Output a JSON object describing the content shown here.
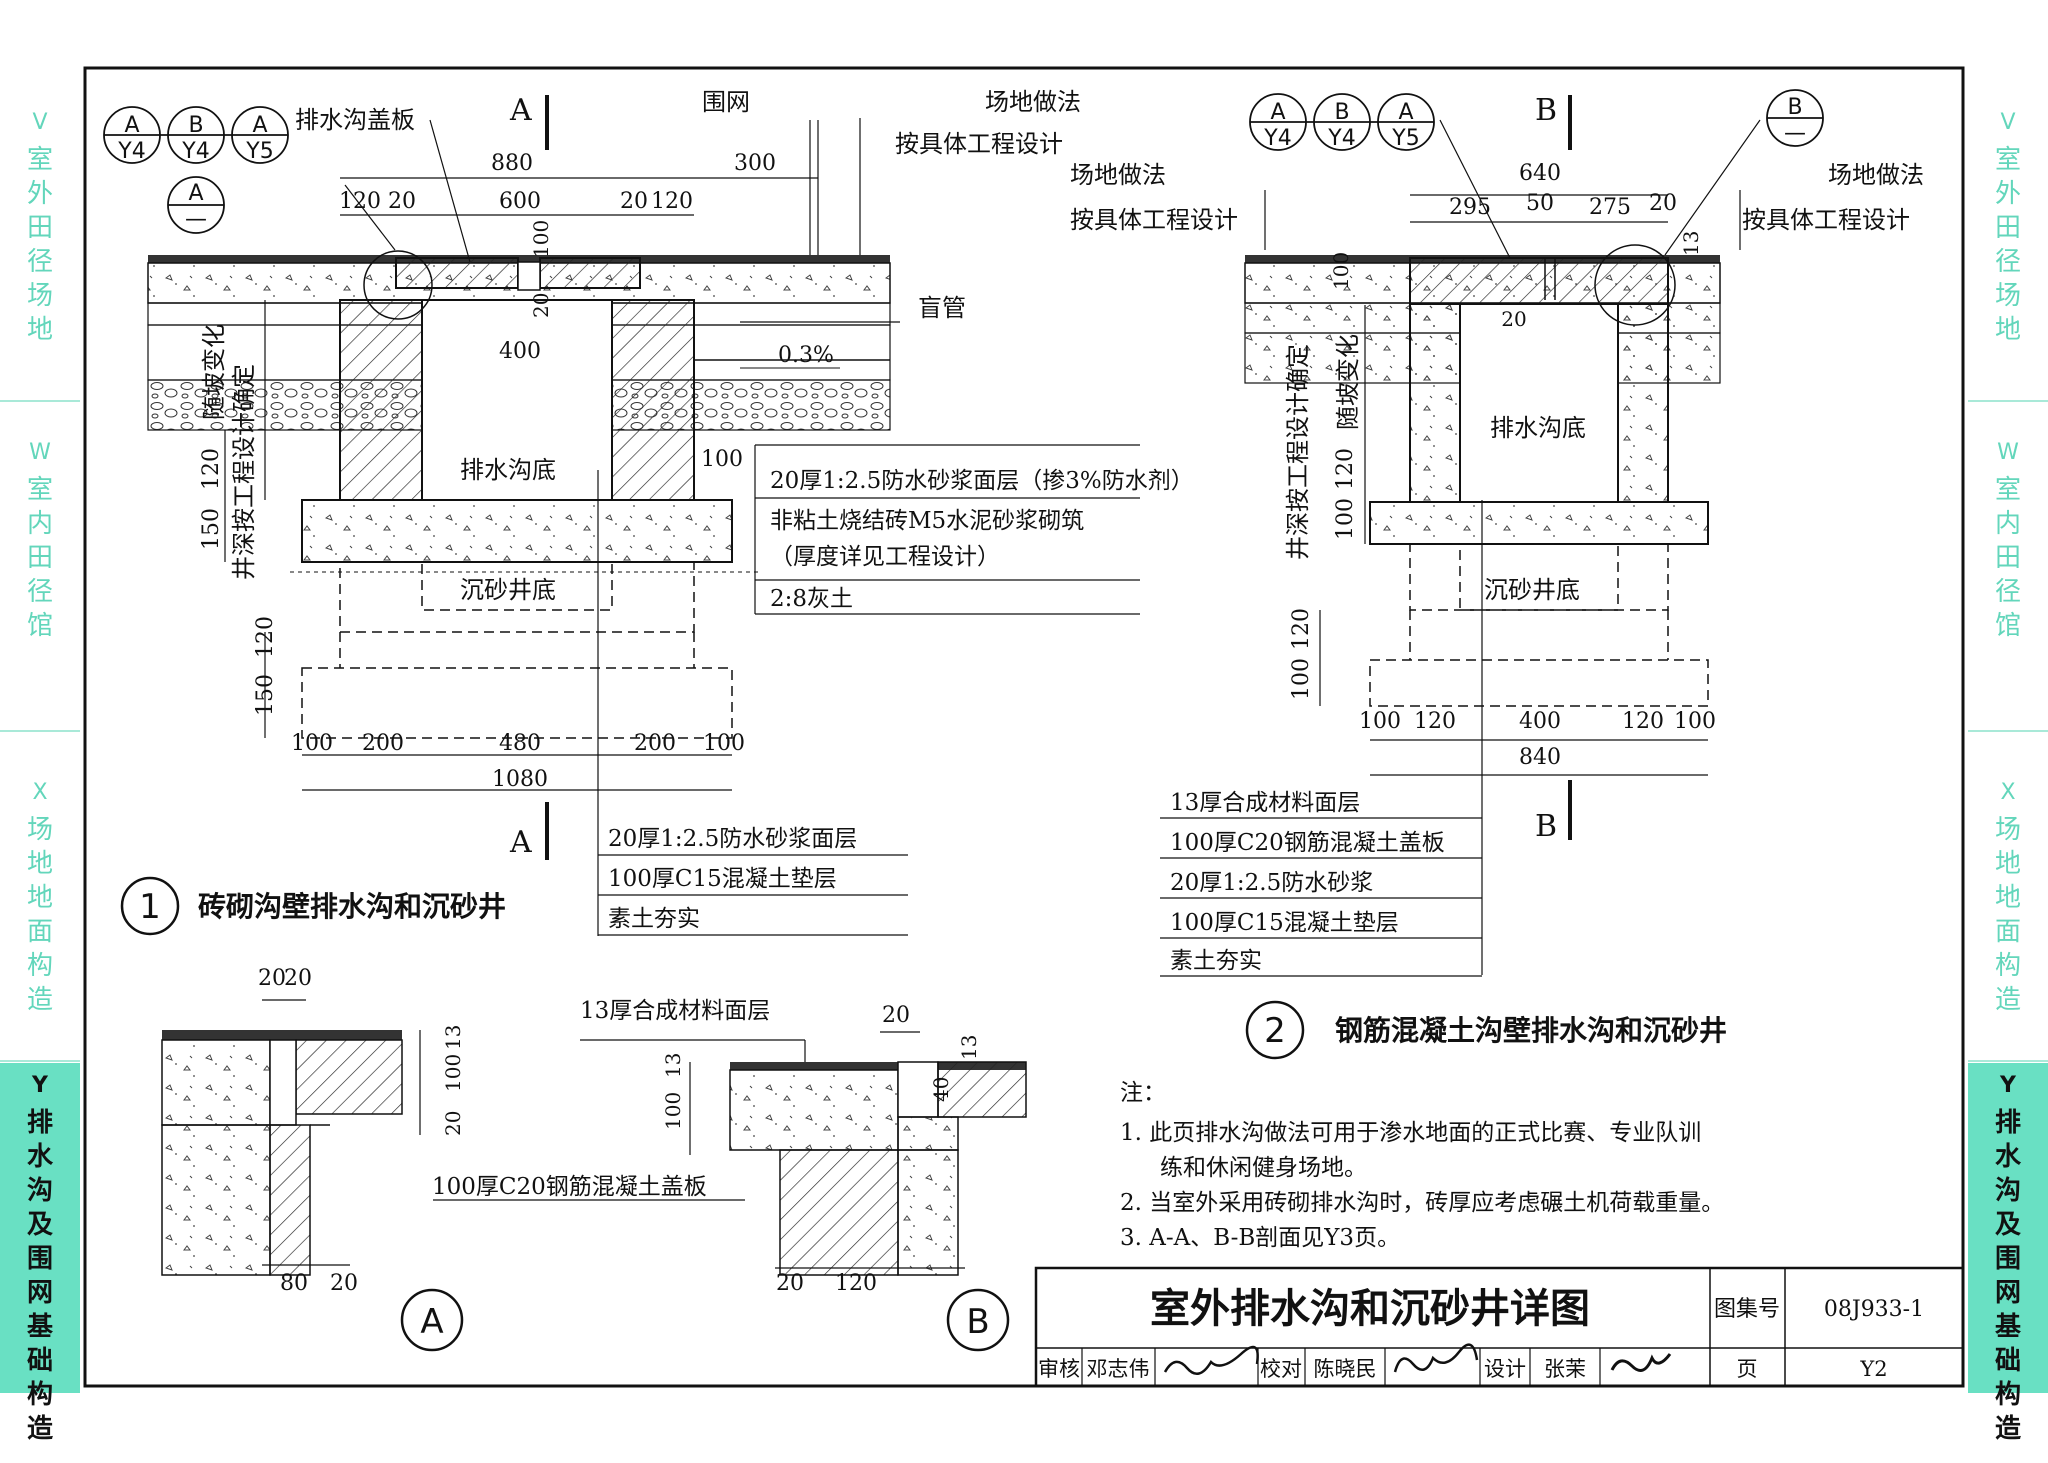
{
  "side_tabs": {
    "left": [
      {
        "code": "V",
        "label": "室外田径场地",
        "state": "faded"
      },
      {
        "code": "W",
        "label": "室内田径馆",
        "state": "faded"
      },
      {
        "code": "X",
        "label": "场地地面构造",
        "state": "faded"
      },
      {
        "code": "Y",
        "label": "排水沟及围网基础构造",
        "state": "active"
      }
    ],
    "right": [
      {
        "code": "V",
        "label": "室外田径场地",
        "state": "faded"
      },
      {
        "code": "W",
        "label": "室内田径馆",
        "state": "faded"
      },
      {
        "code": "X",
        "label": "场地地面构造",
        "state": "faded"
      },
      {
        "code": "Y",
        "label": "排水沟及围网基础构造",
        "state": "active"
      }
    ]
  },
  "colors": {
    "tab_active": "#69e0c3",
    "tab_faded_text": "#63d6bb",
    "ink": "#111111"
  },
  "detail1": {
    "refs": [
      {
        "top": "A",
        "bottom": "Y4"
      },
      {
        "top": "B",
        "bottom": "Y4"
      },
      {
        "top": "A",
        "bottom": "Y5"
      }
    ],
    "detail_mark": {
      "top": "A",
      "bottom": "—"
    },
    "section_mark": "A",
    "labels": {
      "cover": "排水沟盖板",
      "fence": "围网",
      "site1": "场地做法",
      "site2": "按具体工程设计",
      "pipe": "盲管",
      "slope": "0.3%",
      "trench_bottom": "排水沟底",
      "well_bottom": "沉砂井底",
      "vert1": "随坡变化",
      "vert2": "井深按工程设计确定"
    },
    "dims": {
      "top_total": "880",
      "fence_dist": "300",
      "top_parts": [
        "120",
        "20",
        "600",
        "20",
        "120"
      ],
      "d100": "100",
      "d20": "20",
      "inner": "400",
      "d100b": "100",
      "left_v": [
        "150",
        "120"
      ],
      "left_v2": [
        "150",
        "120"
      ],
      "bottom_parts": [
        "100",
        "200",
        "480",
        "200",
        "100"
      ],
      "bottom_total": "1080"
    },
    "callout_upper": [
      "20厚1:2.5防水砂浆面层（掺3%防水剂）",
      "非粘土烧结砖M5水泥砂浆砌筑",
      "（厚度详见工程设计）",
      "2:8灰土"
    ],
    "callout_lower": [
      "20厚1:2.5防水砂浆面层",
      "100厚C15混凝土垫层",
      "素土夯实"
    ],
    "title_num": "1",
    "title": "砖砌沟壁排水沟和沉砂井"
  },
  "detail2": {
    "refs": [
      {
        "top": "A",
        "bottom": "Y4"
      },
      {
        "top": "B",
        "bottom": "Y4"
      },
      {
        "top": "A",
        "bottom": "Y5"
      }
    ],
    "detail_mark": {
      "top": "B",
      "bottom": "—"
    },
    "section_mark": "B",
    "labels": {
      "site_left1": "场地做法",
      "site_left2": "按具体工程设计",
      "site_right1": "场地做法",
      "site_right2": "按具体工程设计",
      "trench_bottom": "排水沟底",
      "well_bottom": "沉砂井底",
      "vert1": "随坡变化",
      "vert2": "井深按工程设计确定"
    },
    "dims": {
      "top_total": "640",
      "top_parts": [
        "295",
        "50",
        "275",
        "20"
      ],
      "d13": "13",
      "d100": "100",
      "d20": "20",
      "left_v": [
        "100",
        "120"
      ],
      "left_v2": [
        "100",
        "120"
      ],
      "bottom_parts": [
        "100",
        "120",
        "400",
        "120",
        "100"
      ],
      "bottom_total": "840"
    },
    "callout": [
      "13厚合成材料面层",
      "100厚C20钢筋混凝土盖板",
      "20厚1:2.5防水砂浆",
      "100厚C15混凝土垫层",
      "素土夯实"
    ],
    "title_num": "2",
    "title": "钢筋混凝土沟壁排水沟和沉砂井"
  },
  "detailA": {
    "mark": "A",
    "dims": {
      "top": [
        "20",
        "20"
      ],
      "right": [
        "13",
        "100",
        "20"
      ],
      "bottom": [
        "80",
        "20"
      ]
    }
  },
  "detailB": {
    "mark": "B",
    "top_label": "13厚合成材料面层",
    "bottom_label": "100厚C20钢筋混凝土盖板",
    "dims": {
      "top": "20",
      "right13": "13",
      "left": [
        "13",
        "100"
      ],
      "d40": "40",
      "bottom": [
        "20",
        "120"
      ]
    }
  },
  "notes": {
    "heading": "注：",
    "items": [
      "1. 此页排水沟做法可用于渗水地面的正式比赛、专业队训",
      "练和休闲健身场地。",
      "2. 当室外采用砖砌排水沟时，砖厚应考虑碾土机荷载重量。",
      "3. A-A、B-B剖面见Y3页。"
    ]
  },
  "title_block": {
    "title": "室外排水沟和沉砂井详图",
    "atlas_label": "图集号",
    "atlas_no": "08J933-1",
    "review_label": "审核",
    "reviewer": "邓志伟",
    "check_label": "校对",
    "checker": "陈晓民",
    "design_label": "设计",
    "designer": "张茉",
    "page_label": "页",
    "page_no": "Y2"
  }
}
